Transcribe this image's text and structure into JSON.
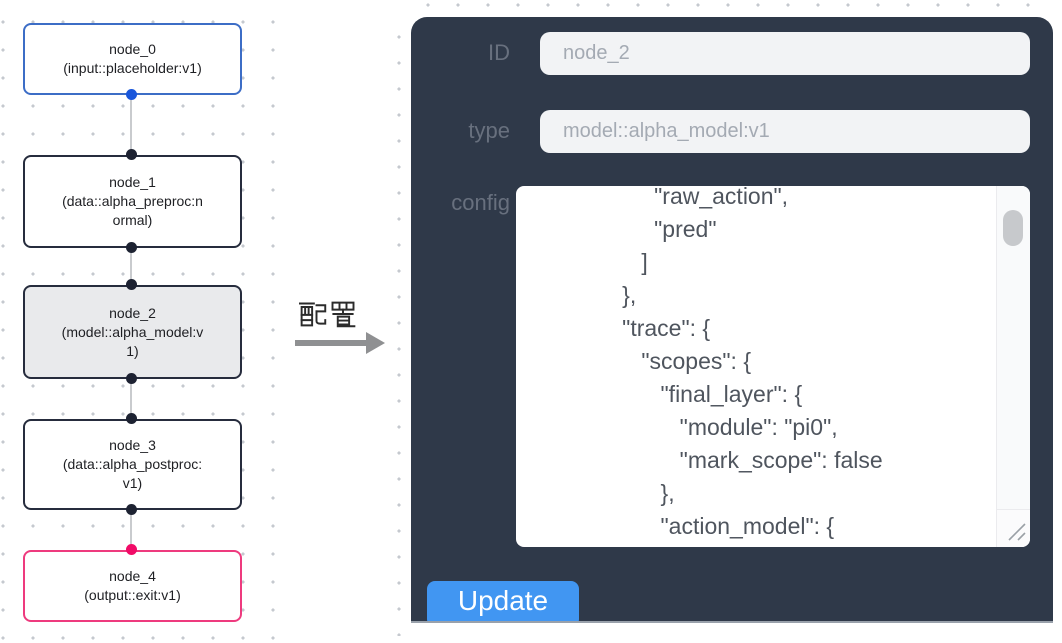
{
  "graph": {
    "nodes": [
      {
        "title": "node_0",
        "subtitle": "(input::placeholder:v1)",
        "kind": "input",
        "accent": "#3c6dc6"
      },
      {
        "title": "node_1",
        "subtitle": "(data::alpha_preproc:normal)",
        "kind": "data",
        "accent": "#262c3d"
      },
      {
        "title": "node_2",
        "subtitle": "(model::alpha_model:v1)",
        "kind": "model",
        "accent": "#262c3d",
        "selected": true
      },
      {
        "title": "node_3",
        "subtitle": "(data::alpha_postproc:v1)",
        "kind": "data",
        "accent": "#262c3d"
      },
      {
        "title": "node_4",
        "subtitle": "(output::exit:v1)",
        "kind": "output",
        "accent": "#ee3a7e"
      }
    ]
  },
  "transfer": {
    "label": "配置"
  },
  "panel": {
    "id_label": "ID",
    "id_value": "node_2",
    "type_label": "type",
    "type_value": "model::alpha_model:v1",
    "config_label": "config",
    "config_lines": [
      "        \"raw_action\",",
      "        \"pred\"",
      "      ]",
      "   },",
      "   \"trace\": {",
      "      \"scopes\": {",
      "         \"final_layer\": {",
      "            \"module\": \"pi0\",",
      "            \"mark_scope\": false",
      "         },",
      "         \"action_model\": {"
    ],
    "update_label": "Update"
  },
  "colors": {
    "panel_background": "#2f3949",
    "input_node_accent": "#3c6dc6",
    "output_node_accent": "#ee3a7e",
    "input_port_blue": "#1956db",
    "output_port_pink": "#f10b67",
    "selected_node_fill": "#e9eaec",
    "update_button_blue": "#4196f2",
    "field_background": "#f2f3f5"
  }
}
